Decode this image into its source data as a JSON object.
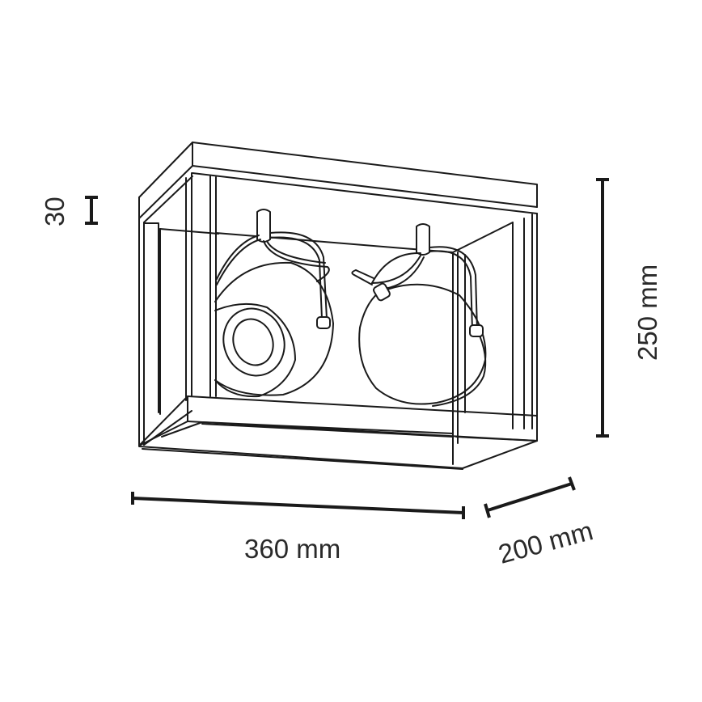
{
  "drawing": {
    "subject": "two-spotlight wooden box ceiling lamp",
    "line_color": "#1a1a1a",
    "background": "#ffffff"
  },
  "dimensions": {
    "frame_thickness": {
      "label": "30"
    },
    "height": {
      "label": "250 mm"
    },
    "width": {
      "label": "360 mm"
    },
    "depth": {
      "label": "200 mm"
    }
  }
}
